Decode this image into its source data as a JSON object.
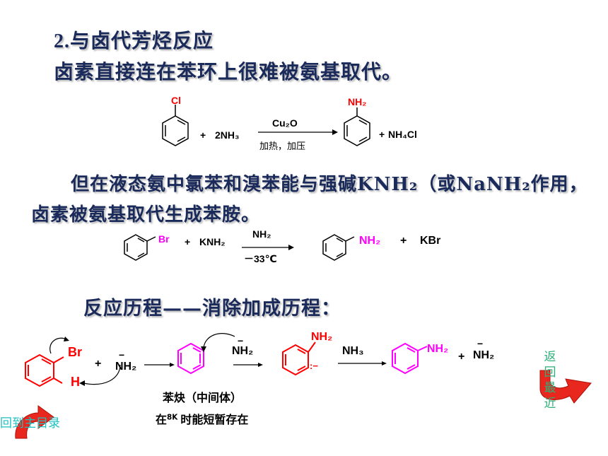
{
  "heading": {
    "number": "2.",
    "title": "与卤代芳烃反应"
  },
  "line1": "卤素直接连在苯环上很难被氨基取代。",
  "reaction1": {
    "reactant_sub": "Cl",
    "plus1": "+",
    "reagent": "2NH₃",
    "above": "Cu₂O",
    "below": "加热，加压",
    "product_sub": "NH₂",
    "plus2": "+",
    "byproduct": "NH₄Cl"
  },
  "para2": {
    "line_a": "但在液态氨中氯苯和溴苯能与强碱KNH₂（或NaNH₂作用，",
    "line_b": "卤素被氨基取代生成苯胺。"
  },
  "reaction2": {
    "reactant_sub": "Br",
    "plus1": "+",
    "reagent": "KNH₂",
    "above": "NH₂",
    "below": "－33℃",
    "product_sub": "NH₂",
    "plus2": "+",
    "byproduct": "KBr"
  },
  "mechanism_title": "反应历程——消除加成历程：",
  "mechanism": {
    "br": "Br",
    "h": "H",
    "plus1": "+",
    "nh2_minus": "NH₂",
    "minus": "−",
    "nh2_top": "NH₂",
    "anion_label": "NH₂",
    "carbanion": ":−",
    "nh3": "NH₃",
    "product_nh2": "NH₂",
    "plus2": "+",
    "nh2_end": "NH₂",
    "benzyne_label": "苯炔（中间体）",
    "note_prefix": "在",
    "note_temp": "8K",
    "note_suffix": "时能短暂存在"
  },
  "nav": {
    "back_home": "回到主目录",
    "back_recent": [
      "返",
      "回",
      "最",
      "近"
    ]
  },
  "colors": {
    "title": "#1a2a5a",
    "red": "#ff0000",
    "magenta": "#ff00ff",
    "nav_arrow": "#e8281e",
    "nav_arrow_dark": "#b01008"
  }
}
